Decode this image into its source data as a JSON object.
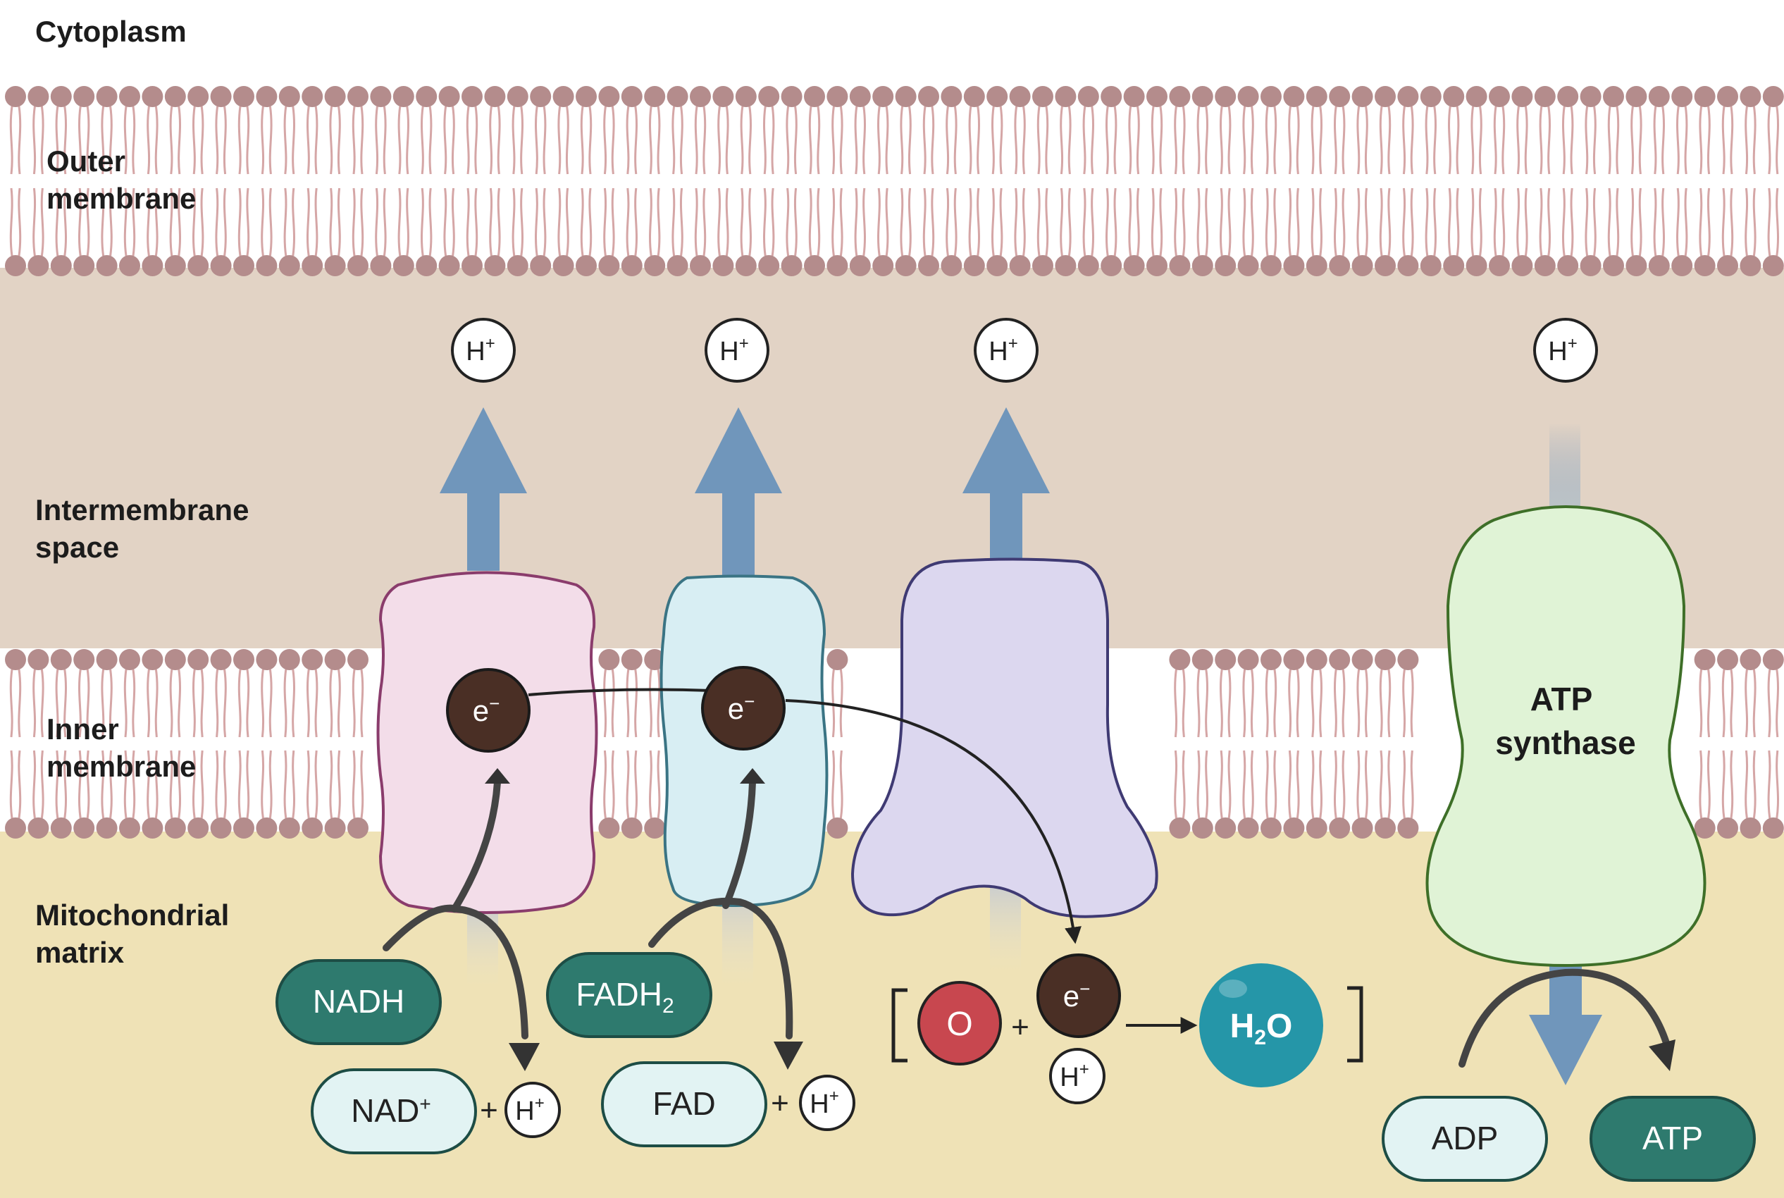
{
  "regions": {
    "cytoplasm": "Cytoplasm",
    "outer_membrane": [
      "Outer",
      "membrane"
    ],
    "intermembrane_space": [
      "Intermembrane",
      "space"
    ],
    "inner_membrane": [
      "Inner",
      "membrane"
    ],
    "matrix": [
      "Mitochondrial",
      "matrix"
    ]
  },
  "proteins": {
    "atp_synthase": [
      "ATP",
      "synthase"
    ]
  },
  "molecules": {
    "proton": "H",
    "proton_sup": "+",
    "electron": "e",
    "electron_sup": "−",
    "nadh": "NADH",
    "nad": "NAD",
    "nad_sup": "+",
    "fadh": "FADH",
    "fadh_sub": "2",
    "fad": "FAD",
    "oxygen": "O",
    "water_h": "H",
    "water_sub": "2",
    "water_o": "O",
    "adp": "ADP",
    "atp": "ATP",
    "plus": "+"
  },
  "colors": {
    "space_fill": "#e2d3c5",
    "matrix_fill": "#efe2b6",
    "lipid_head": "#b48c8c",
    "lipid_tail": "#d5a6a6",
    "complex1_fill": "#f3dde9",
    "complex1_stroke": "#8a3c6c",
    "complex2_fill": "#d8eef3",
    "complex2_stroke": "#3a7484",
    "complex4_fill": "#dcd7ef",
    "complex4_stroke": "#3f3a73",
    "atp_synthase_fill": "#e0f3d6",
    "atp_synthase_stroke": "#3e6f28",
    "arrow_blue": "#7096bb",
    "electron_fill": "#4a2f25",
    "oxygen_fill": "#c8474f",
    "water_fill": "#2596a8",
    "teal_pill": "#2e7a6e",
    "light_pill": "#e2f3f3"
  }
}
